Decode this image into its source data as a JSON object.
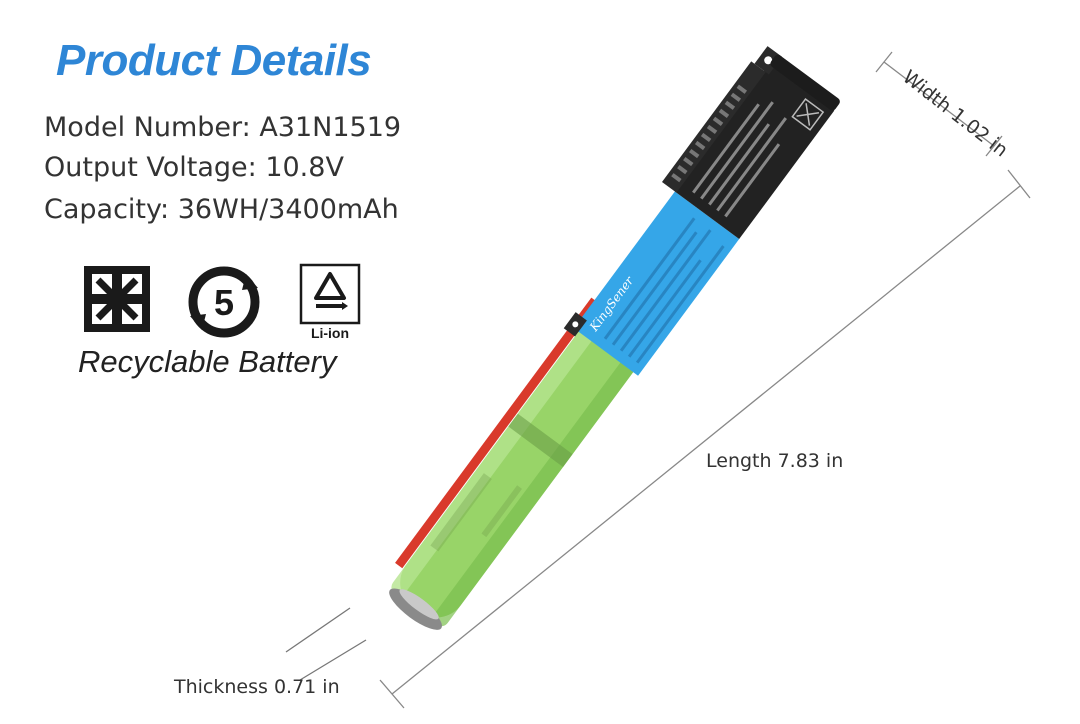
{
  "heading": {
    "title": "Product Details"
  },
  "specs": {
    "model": "Model Number: A31N1519",
    "voltage": "Output Voltage: 10.8V",
    "capacity": "Capacity: 36WH/3400mAh"
  },
  "certifications": {
    "icons": [
      "recycle-mark-icon",
      "five-year-recycle-icon",
      "li-ion-recycle-icon"
    ],
    "liion_label": "Li-ion",
    "five_label": "5",
    "caption": "Recyclable Battery"
  },
  "dimensions": {
    "width": "Width 1.02 in",
    "length": "Length 7.83 in",
    "thickness": "Thickness 0.71 in"
  },
  "battery": {
    "brand": "KingSener",
    "colors": {
      "cell": "#98d468",
      "label": "#35a6e8",
      "sticker": "#222222",
      "accent": "#2e86d6"
    }
  }
}
